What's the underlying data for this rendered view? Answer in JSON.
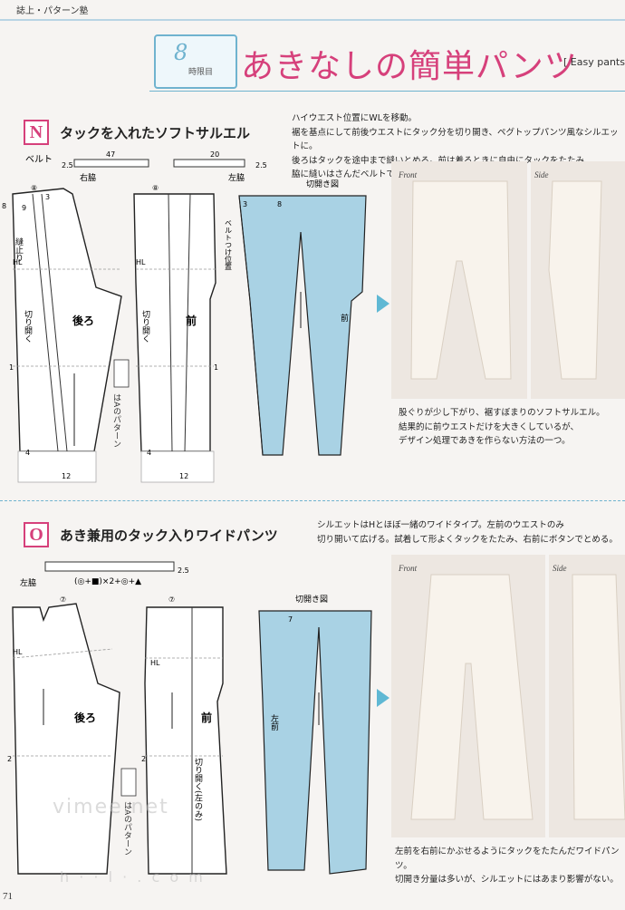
{
  "header": {
    "label": "誌上・パターン塾"
  },
  "title": {
    "badge_number": "8",
    "badge_label": "時限目",
    "main": "あきなしの簡単パンツ",
    "sub": "[ Easy pants"
  },
  "colors": {
    "accent_pink": "#d6407b",
    "pattern_blue": "#a9d2e4",
    "rule_blue": "#6fb3cf"
  },
  "section_n": {
    "letter": "N",
    "title": "タックを入れたソフトサルエル",
    "description": [
      "ハイウエスト位置にWLを移動。",
      "裾を基点にして前後ウエストにタック分を切り開き、ペグトップパンツ風なシルエットに。",
      "後ろはタックを途中まで縫いとめる。前は着るときに自由にタックをたたみ、",
      "脇に縫いはさんだベルトで固定する。"
    ],
    "caption": [
      "股ぐりが少し下がり、裾すぼまりのソフトサルエル。",
      "結果的に前ウエストだけを大きくしているが、",
      "デザイン処理であきを作らない方法の一つ。"
    ],
    "belt_label": "ベルト",
    "belt_right": {
      "label": "右脇",
      "length": "47",
      "width": "2.5"
    },
    "belt_left": {
      "label": "左脇",
      "length": "20",
      "width": "2.5"
    },
    "back": {
      "label": "後ろ",
      "stop_label": "縫止り",
      "cut_label": "切り開く",
      "hl": "HL",
      "n8": "8",
      "n9": "9",
      "n3": "3",
      "n1": "1",
      "n4": "4",
      "n12": "12",
      "c8": "⑧"
    },
    "front": {
      "label": "前",
      "cut_label": "切り開く",
      "hl": "HL",
      "n1": "1",
      "n4": "4",
      "n12": "12",
      "c8": "⑧"
    },
    "note": "はAのパターン",
    "cut_diagram": {
      "title": "切開き図",
      "n8": "8",
      "n3": "3",
      "belt_position": "ベルトつけ位置",
      "front": "前"
    },
    "photo_front": "Front",
    "photo_side": "Side"
  },
  "section_o": {
    "letter": "O",
    "title": "あき兼用のタック入りワイドパンツ",
    "description": [
      "シルエットはHとほぼ一緒のワイドタイプ。左前のウエストのみ",
      "切り開いて広げる。試着して形よくタックをたたみ、右前にボタンでとめる。"
    ],
    "caption": [
      "左前を右前にかぶせるようにタックをたたんだワイドパンツ。",
      "切開き分量は多いが、シルエットにはあまり影響がない。"
    ],
    "belt": {
      "label": "左脇",
      "formula": "(◎+■)×2+◎+▲",
      "width": "2.5"
    },
    "back": {
      "label": "後ろ",
      "hl": "HL",
      "n2": "2",
      "c7": "⑦"
    },
    "front": {
      "label": "前",
      "hl": "HL",
      "cut_label": "切り開く(左のみ)",
      "n2": "2",
      "c7": "⑦"
    },
    "note": "はAのパターン",
    "cut_diagram": {
      "title": "切開き図",
      "n7": "7",
      "left_front": "左前"
    },
    "photo_front": "Front",
    "photo_side": "Side"
  },
  "page_number": "71",
  "watermark": {
    "text": "vimee.net",
    "sub": "h · · l · . c o m"
  }
}
